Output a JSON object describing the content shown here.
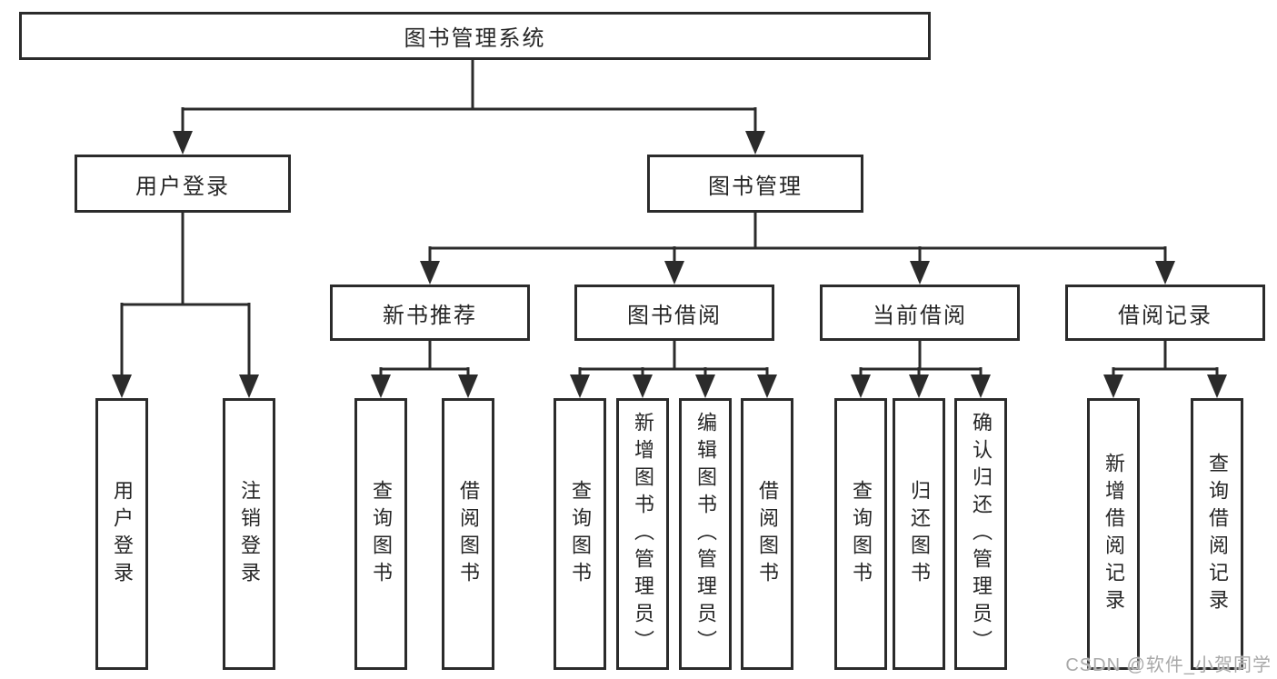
{
  "colors": {
    "line": "#2b2b2b",
    "text": "#262626",
    "background": "#ffffff",
    "watermark": "#a9a9a9"
  },
  "watermark": {
    "text": "CSDN @软件_小贺同学"
  },
  "tree": {
    "label": "图书管理系统",
    "children": [
      {
        "label": "用户登录",
        "children": [
          {
            "label": "用户登录"
          },
          {
            "label": "注销登录"
          }
        ]
      },
      {
        "label": "图书管理",
        "children": [
          {
            "label": "新书推荐",
            "children": [
              {
                "label": "查询图书"
              },
              {
                "label": "借阅图书"
              }
            ]
          },
          {
            "label": "图书借阅",
            "children": [
              {
                "label": "查询图书"
              },
              {
                "label": "新增图书（管理员）"
              },
              {
                "label": "编辑图书（管理员）"
              },
              {
                "label": "借阅图书"
              }
            ]
          },
          {
            "label": "当前借阅",
            "children": [
              {
                "label": "查询图书"
              },
              {
                "label": "归还图书"
              },
              {
                "label": "确认归还（管理员）"
              }
            ]
          },
          {
            "label": "借阅记录",
            "children": [
              {
                "label": "新增借阅记录"
              },
              {
                "label": "查询借阅记录"
              }
            ]
          }
        ]
      }
    ]
  }
}
